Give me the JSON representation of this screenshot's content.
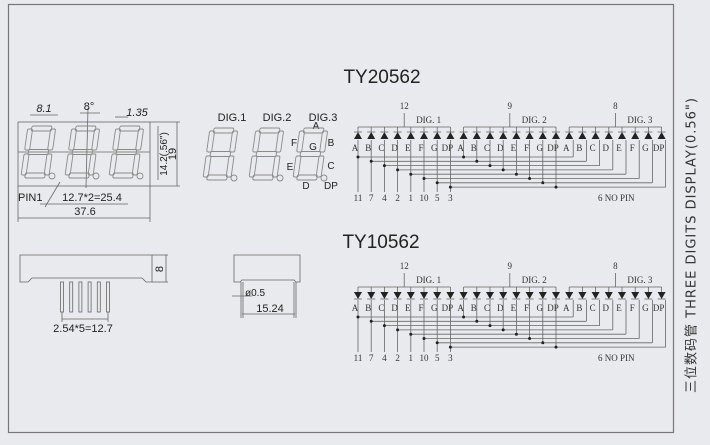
{
  "titles": {
    "top_model": "TY20562",
    "bottom_model": "TY10562"
  },
  "side_label": "三位数码管 THREE DIGITS DISPLAY(0.56\")",
  "front_view": {
    "dim_digit_width": "8.1",
    "dim_angle": "8°",
    "dim_gap": "1.35",
    "dim_digit_height": "14.2(.56\")",
    "dim_height": "19",
    "pin1_label": "PIN1",
    "dim_pitch": "12.7*2=25.4",
    "dim_length": "37.6"
  },
  "segment_view": {
    "digits": [
      "DIG.1",
      "DIG.2",
      "DIG.3"
    ],
    "labels": {
      "a": "A",
      "b": "B",
      "c": "C",
      "d": "D",
      "e": "E",
      "f": "F",
      "g": "G",
      "dp": "DP"
    }
  },
  "side_views": {
    "dim_depth": "8",
    "dim_pin_pitch": "2.54*5=12.7",
    "dim_pin_diameter": "ø0.5",
    "dim_row_spacing": "15.24"
  },
  "schematic": {
    "digits": [
      "DIG. 1",
      "DIG. 2",
      "DIG. 3"
    ],
    "segments": [
      "A",
      "B",
      "C",
      "D",
      "E",
      "F",
      "G",
      "DP"
    ],
    "common_pins": [
      "12",
      "9",
      "8"
    ],
    "segment_pins": [
      "11",
      "7",
      "4",
      "2",
      "1",
      "10",
      "5",
      "3"
    ],
    "no_pin": "6  NO  PIN"
  }
}
